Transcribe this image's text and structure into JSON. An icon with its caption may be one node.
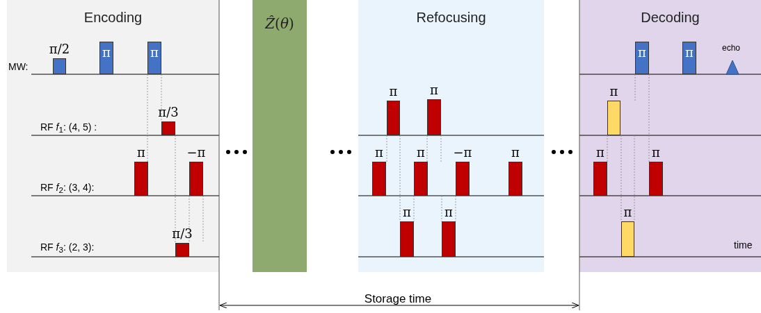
{
  "diagram": {
    "nodes": [
      {
        "text": [
          "Encoding"
        ]
      },
      {
        "text": [
          "*Ẑ*(*θ*)"
        ]
      },
      {
        "text": [
          "Refocusing"
        ]
      },
      {
        "text": [
          "Decoding"
        ]
      }
    ],
    "labels": [
      "MW:",
      "π/2",
      "π",
      "π",
      "π",
      "π",
      "echo",
      "π",
      "π",
      "π",
      "RF *f*$_{1}$: (4, 5) :",
      "π/3",
      "π",
      "−π",
      "π",
      "π",
      "−π",
      "π",
      "π",
      "π",
      "RF *f*$_{2}$: (3, 4):",
      "π",
      "π",
      "π",
      "RF *f*$_{3}$: (2, 3):",
      "π/3",
      "time",
      "Storage time"
    ]
  }
}
